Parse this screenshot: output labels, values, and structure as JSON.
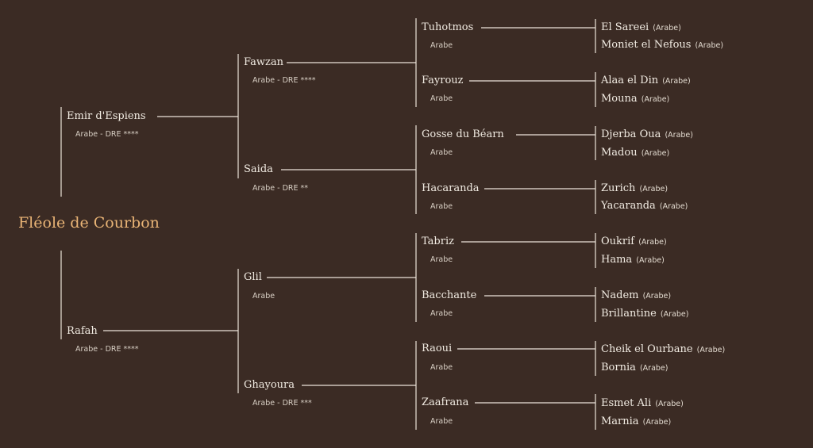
{
  "root": {
    "name": "Fléole de Courbon"
  },
  "sire": {
    "name": "Emir d'Espiens",
    "detail": "Arabe - DRE ****"
  },
  "dam": {
    "name": "Rafah",
    "detail": "Arabe - DRE ****"
  },
  "sire_sire": {
    "name": "Fawzan",
    "detail": "Arabe - DRE ****"
  },
  "sire_dam": {
    "name": "Saida",
    "detail": "Arabe - DRE **"
  },
  "dam_sire": {
    "name": "Glil",
    "detail": "Arabe"
  },
  "dam_dam": {
    "name": "Ghayoura",
    "detail": "Arabe - DRE ***"
  },
  "gen3": [
    {
      "name": "Tuhotmos",
      "detail": "Arabe"
    },
    {
      "name": "Fayrouz",
      "detail": "Arabe"
    },
    {
      "name": "Gosse du Béarn",
      "detail": "Arabe"
    },
    {
      "name": "Hacaranda",
      "detail": "Arabe"
    },
    {
      "name": "Tabriz",
      "detail": "Arabe"
    },
    {
      "name": "Bacchante",
      "detail": "Arabe"
    },
    {
      "name": "Raoui",
      "detail": "Arabe"
    },
    {
      "name": "Zaafrana",
      "detail": "Arabe"
    }
  ],
  "gen4": [
    {
      "name": "El Sareei",
      "breed": "(Arabe)"
    },
    {
      "name": "Moniet el Nefous",
      "breed": "(Arabe)"
    },
    {
      "name": "Alaa el Din",
      "breed": "(Arabe)"
    },
    {
      "name": "Mouna",
      "breed": "(Arabe)"
    },
    {
      "name": "Djerba Oua",
      "breed": "(Arabe)"
    },
    {
      "name": "Madou",
      "breed": "(Arabe)"
    },
    {
      "name": "Zurich",
      "breed": "(Arabe)"
    },
    {
      "name": "Yacaranda",
      "breed": "(Arabe)"
    },
    {
      "name": "Oukrif",
      "breed": "(Arabe)"
    },
    {
      "name": "Hama",
      "breed": "(Arabe)"
    },
    {
      "name": "Nadem",
      "breed": "(Arabe)"
    },
    {
      "name": "Brillantine",
      "breed": "(Arabe)"
    },
    {
      "name": "Cheik el Ourbane",
      "breed": "(Arabe)"
    },
    {
      "name": "Bornia",
      "breed": "(Arabe)"
    },
    {
      "name": "Esmet Ali",
      "breed": "(Arabe)"
    },
    {
      "name": "Marnia",
      "breed": "(Arabe)"
    }
  ],
  "colors": {
    "background": "#3b2b24",
    "root_text": "#e9b476",
    "text": "#f1ebe2",
    "lines": "#ece4da"
  }
}
